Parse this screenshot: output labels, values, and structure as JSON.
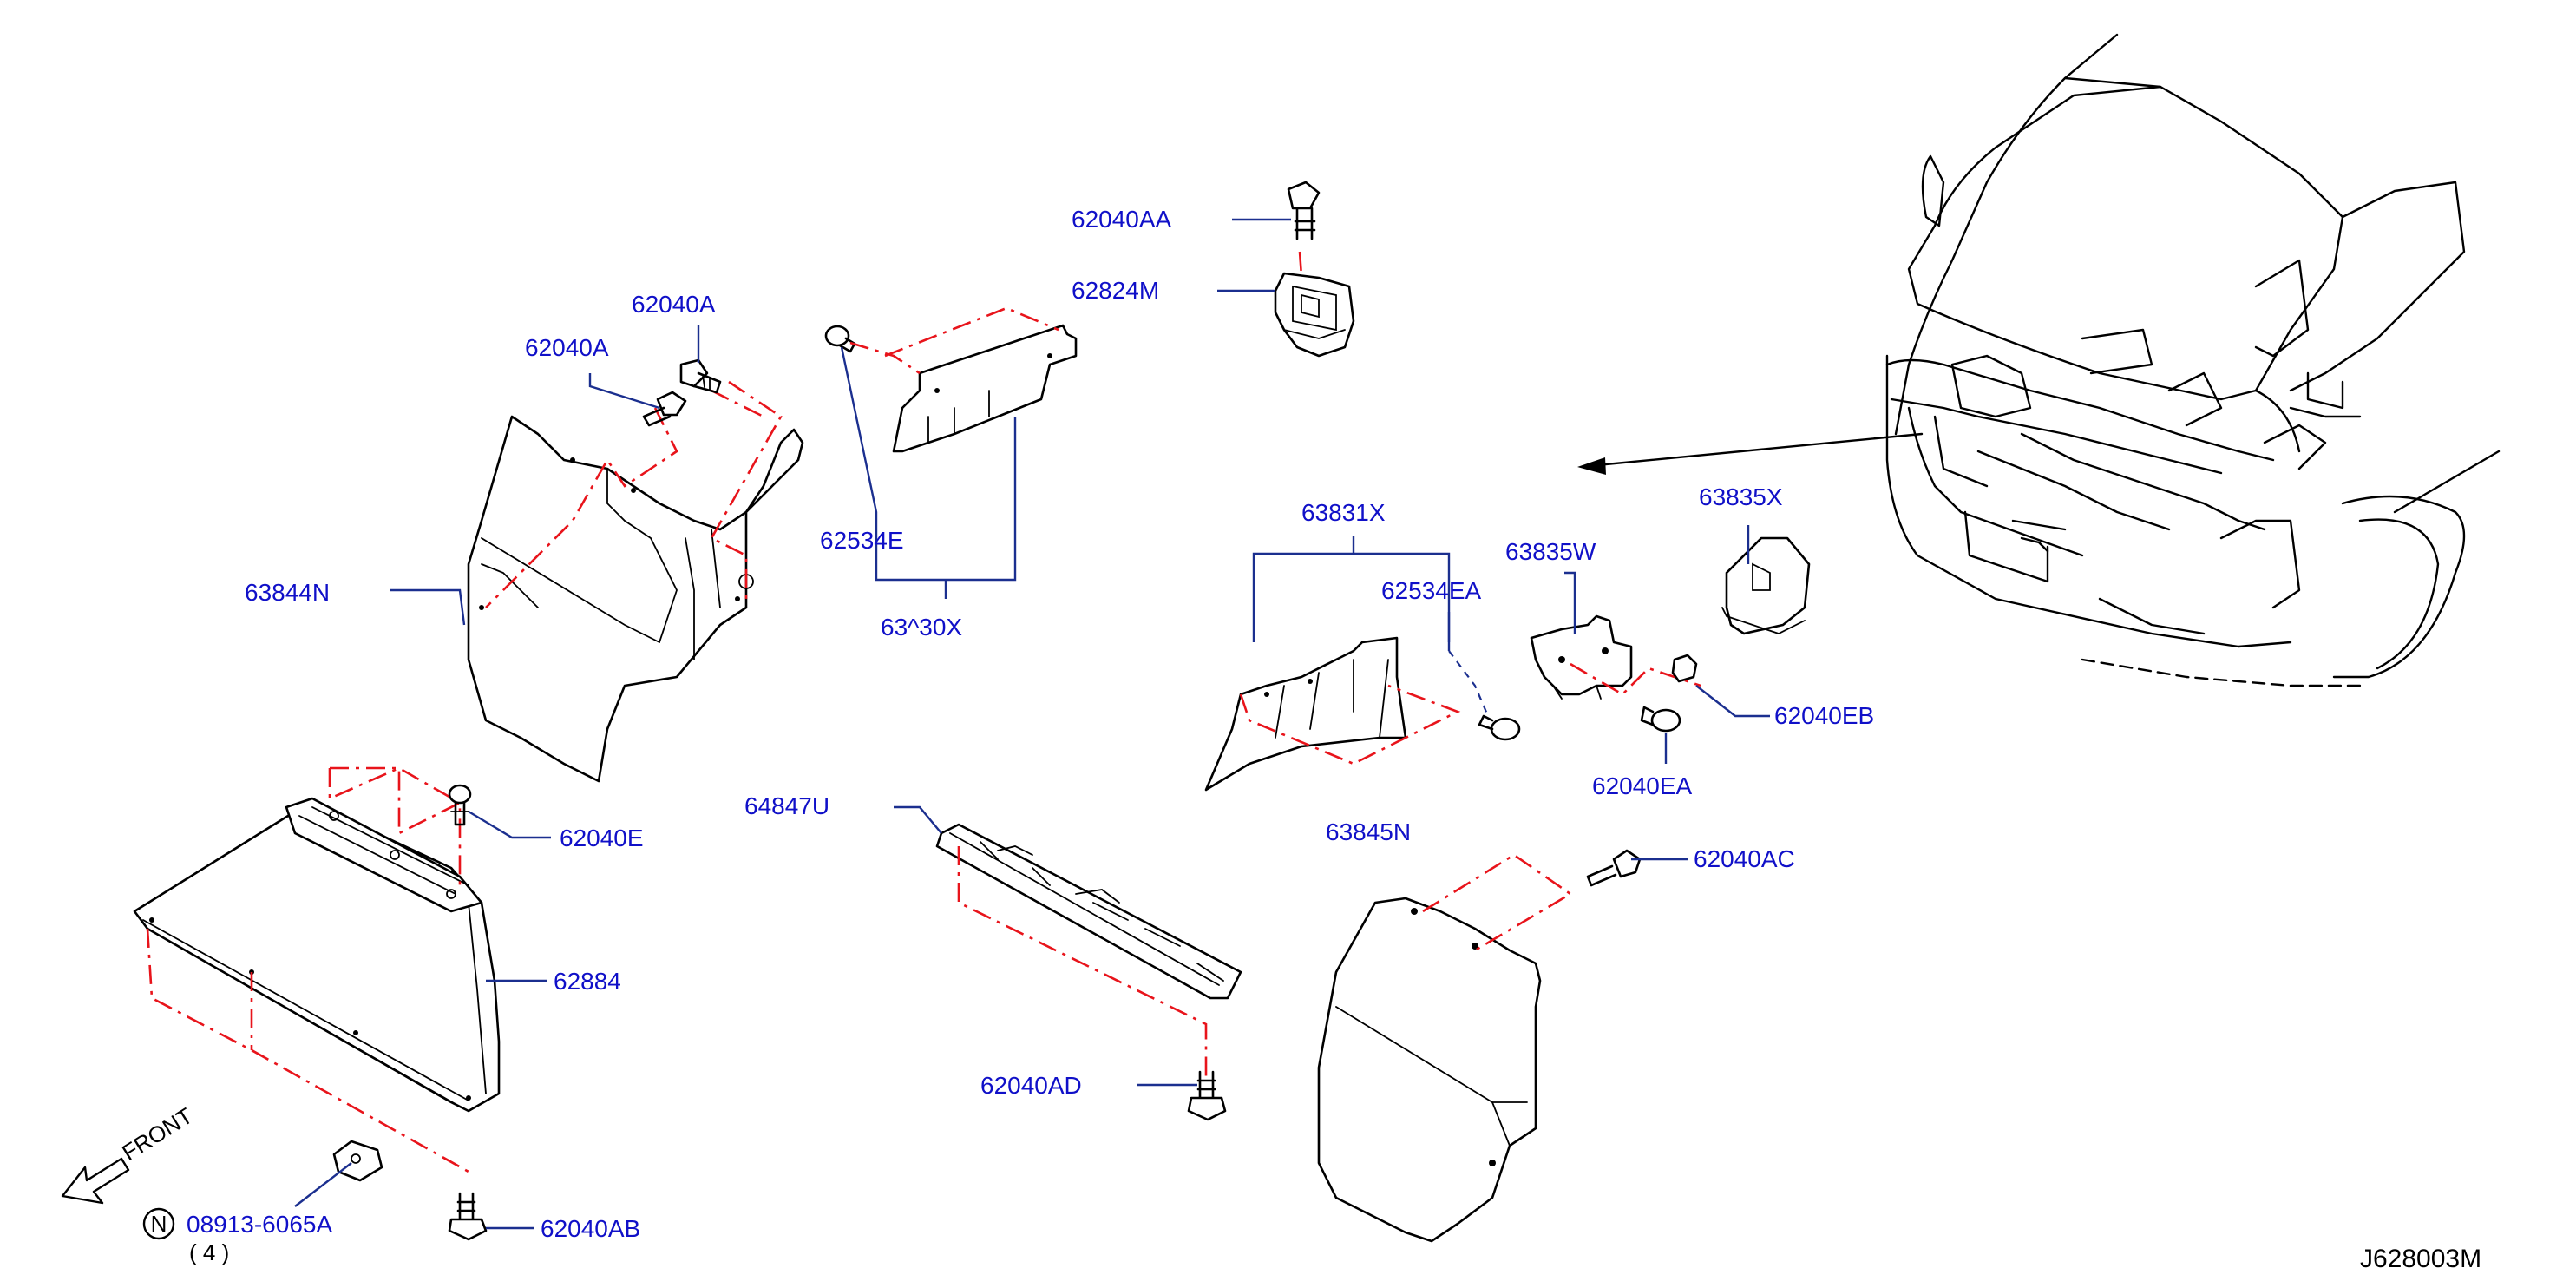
{
  "labels": {
    "p62040AA": "62040AA",
    "p62824M": "62824M",
    "p62040A_top": "62040A",
    "p62040A_left": "62040A",
    "p62534E": "62534E",
    "p63830X": "63^30X",
    "p63844N": "63844N",
    "p63831X": "63831X",
    "p62534EA": "62534EA",
    "p63835W": "63835W",
    "p63835X": "63835X",
    "p62040EB": "62040EB",
    "p62040EA": "62040EA",
    "p62040E": "62040E",
    "p62884": "62884",
    "p64847U": "64847U",
    "p63845N": "63845N",
    "p62040AC": "62040AC",
    "p62040AD": "62040AD",
    "p62040AB": "62040AB",
    "p08913": "08913-6065A",
    "qty": "(  4  )",
    "n_symbol": "N",
    "front": "FRONT",
    "diagram_code": "J628003M"
  },
  "colors": {
    "label_blue": "#1010c8",
    "leader_blue": "#1b2f8f",
    "dash_red": "#e8141b",
    "line_black": "#000000"
  },
  "icons": {
    "front_arrow": "front-arrow-icon",
    "n_circle": "n-circle-icon"
  }
}
